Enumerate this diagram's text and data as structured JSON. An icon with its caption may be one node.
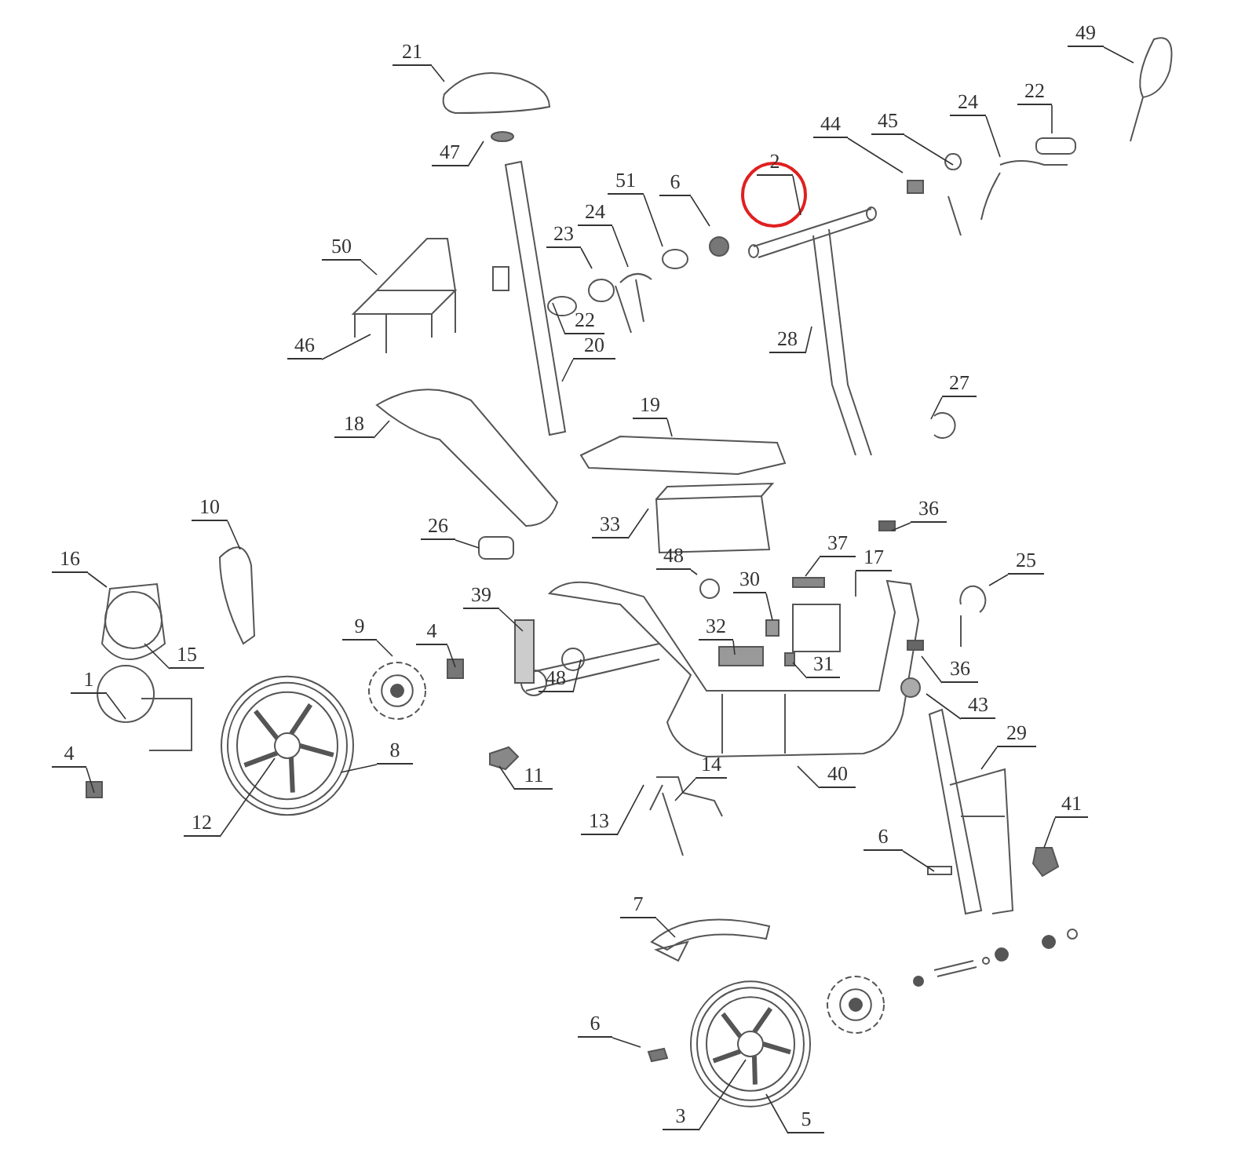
{
  "diagram": {
    "nodes": [
      {
        "text": [
          "49"
        ]
      },
      {
        "text": [
          "21"
        ]
      },
      {
        "text": [
          "22"
        ]
      },
      {
        "text": [
          "24"
        ]
      },
      {
        "text": [
          "45"
        ]
      },
      {
        "text": [
          "44"
        ]
      },
      {
        "text": [
          "47"
        ]
      },
      {
        "text": [
          "2"
        ]
      },
      {
        "text": [
          "51"
        ]
      },
      {
        "text": [
          "6"
        ]
      },
      {
        "text": [
          "24"
        ]
      },
      {
        "text": [
          "23"
        ]
      },
      {
        "text": [
          "50"
        ]
      },
      {
        "text": [
          "22"
        ]
      },
      {
        "text": [
          "46"
        ]
      },
      {
        "text": [
          "28"
        ]
      },
      {
        "text": [
          "20"
        ]
      },
      {
        "text": [
          "27"
        ]
      },
      {
        "text": [
          "19"
        ]
      },
      {
        "text": [
          "18"
        ]
      },
      {
        "text": [
          "10"
        ]
      },
      {
        "text": [
          "36"
        ]
      },
      {
        "text": [
          "33"
        ]
      },
      {
        "text": [
          "26"
        ]
      },
      {
        "text": [
          "17"
        ]
      },
      {
        "text": [
          "37"
        ]
      },
      {
        "text": [
          "16"
        ]
      },
      {
        "text": [
          "48"
        ]
      },
      {
        "text": [
          "25"
        ]
      },
      {
        "text": [
          "30"
        ]
      },
      {
        "text": [
          "39"
        ]
      },
      {
        "text": [
          "9"
        ]
      },
      {
        "text": [
          "32"
        ]
      },
      {
        "text": [
          "4"
        ]
      },
      {
        "text": [
          "15"
        ]
      },
      {
        "text": [
          "31"
        ]
      },
      {
        "text": [
          "36"
        ]
      },
      {
        "text": [
          "1"
        ]
      },
      {
        "text": [
          "48"
        ]
      },
      {
        "text": [
          "43"
        ]
      },
      {
        "text": [
          "29"
        ]
      },
      {
        "text": [
          "8"
        ]
      },
      {
        "text": [
          "4"
        ]
      },
      {
        "text": [
          "11"
        ]
      },
      {
        "text": [
          "14"
        ]
      },
      {
        "text": [
          "40"
        ]
      },
      {
        "text": [
          "41"
        ]
      },
      {
        "text": [
          "13"
        ]
      },
      {
        "text": [
          "12"
        ]
      },
      {
        "text": [
          "6"
        ]
      },
      {
        "text": [
          "7"
        ]
      },
      {
        "text": [
          "6"
        ]
      },
      {
        "text": [
          "3"
        ]
      },
      {
        "text": [
          "5"
        ]
      }
    ],
    "edges": [
      {
        "from": 0,
        "to": null,
        "arrow": "none"
      },
      {
        "from": 1,
        "to": null,
        "arrow": "none"
      },
      {
        "from": 2,
        "to": null,
        "arrow": "none"
      },
      {
        "from": 3,
        "to": null,
        "arrow": "none"
      },
      {
        "from": 4,
        "to": null,
        "arrow": "none"
      },
      {
        "from": 5,
        "to": null,
        "arrow": "none"
      },
      {
        "from": 6,
        "to": null,
        "arrow": "none"
      },
      {
        "from": 7,
        "to": null,
        "arrow": "none"
      },
      {
        "from": 8,
        "to": null,
        "arrow": "none"
      },
      {
        "from": 9,
        "to": null,
        "arrow": "none"
      },
      {
        "from": 10,
        "to": null,
        "arrow": "none"
      },
      {
        "from": 11,
        "to": null,
        "arrow": "none"
      },
      {
        "from": 12,
        "to": null,
        "arrow": "none"
      },
      {
        "from": 13,
        "to": null,
        "arrow": "none"
      },
      {
        "from": 14,
        "to": null,
        "arrow": "none"
      },
      {
        "from": 15,
        "to": null,
        "arrow": "none"
      },
      {
        "from": 16,
        "to": null,
        "arrow": "none"
      },
      {
        "from": 17,
        "to": null,
        "arrow": "none"
      },
      {
        "from": 18,
        "to": null,
        "arrow": "none"
      },
      {
        "from": 19,
        "to": null,
        "arrow": "none"
      },
      {
        "from": 20,
        "to": null,
        "arrow": "none"
      },
      {
        "from": 21,
        "to": null,
        "arrow": "none"
      },
      {
        "from": 22,
        "to": null,
        "arrow": "none"
      },
      {
        "from": 23,
        "to": null,
        "arrow": "none"
      },
      {
        "from": 24,
        "to": null,
        "arrow": "none"
      },
      {
        "from": 25,
        "to": null,
        "arrow": "none"
      },
      {
        "from": 26,
        "to": null,
        "arrow": "none"
      },
      {
        "from": 27,
        "to": null,
        "arrow": "none"
      },
      {
        "from": 28,
        "to": null,
        "arrow": "none"
      },
      {
        "from": 29,
        "to": null,
        "arrow": "none"
      },
      {
        "from": 30,
        "to": null,
        "arrow": "none"
      },
      {
        "from": 31,
        "to": null,
        "arrow": "none"
      },
      {
        "from": 32,
        "to": null,
        "arrow": "none"
      },
      {
        "from": 33,
        "to": null,
        "arrow": "none"
      },
      {
        "from": 34,
        "to": null,
        "arrow": "none"
      },
      {
        "from": 35,
        "to": null,
        "arrow": "none"
      },
      {
        "from": 36,
        "to": null,
        "arrow": "none"
      },
      {
        "from": 37,
        "to": null,
        "arrow": "none"
      },
      {
        "from": 38,
        "to": null,
        "arrow": "none"
      },
      {
        "from": 39,
        "to": null,
        "arrow": "none"
      },
      {
        "from": 40,
        "to": null,
        "arrow": "none"
      },
      {
        "from": 41,
        "to": null,
        "arrow": "none"
      },
      {
        "from": 42,
        "to": null,
        "arrow": "none"
      },
      {
        "from": 43,
        "to": null,
        "arrow": "none"
      },
      {
        "from": 44,
        "to": null,
        "arrow": "none"
      },
      {
        "from": 45,
        "to": null,
        "arrow": "none"
      },
      {
        "from": 46,
        "to": null,
        "arrow": "none"
      },
      {
        "from": 47,
        "to": null,
        "arrow": "none"
      },
      {
        "from": 48,
        "to": null,
        "arrow": "none"
      },
      {
        "from": 49,
        "to": null,
        "arrow": "none"
      },
      {
        "from": 50,
        "to": null,
        "arrow": "none"
      },
      {
        "from": 51,
        "to": null,
        "arrow": "none"
      },
      {
        "from": 52,
        "to": null,
        "arrow": "none"
      },
      {
        "from": 53,
        "to": null,
        "arrow": "none"
      }
    ]
  }
}
